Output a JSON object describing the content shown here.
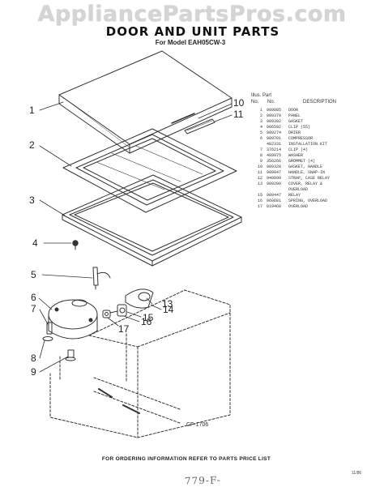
{
  "watermark": "AppliancePartsPros.com",
  "title": "DOOR AND UNIT PARTS",
  "subtitle": "For Model EAH05CW-3",
  "part_list": {
    "header_illus": "Illus. Part",
    "header_no1": "No.",
    "header_no2": "No.",
    "header_description": "DESCRIPTION",
    "rows": [
      {
        "illus": "1",
        "part": "989085",
        "description": "DOOR"
      },
      {
        "illus": "2",
        "part": "989379",
        "description": "PANEL"
      },
      {
        "illus": "3",
        "part": "989392",
        "description": "GASKET"
      },
      {
        "illus": "4",
        "part": "986592",
        "description": "CLIP (55)"
      },
      {
        "illus": "5",
        "part": "989274",
        "description": "DRIER"
      },
      {
        "illus": "6",
        "part": "989701",
        "description": "COMPRESSOR"
      },
      {
        "illus": "",
        "part": "482331",
        "description": "INSTALLATION KIT"
      },
      {
        "illus": "7",
        "part": "376214",
        "description": "CLIP (4)"
      },
      {
        "illus": "8",
        "part": "489975",
        "description": "WASHER"
      },
      {
        "illus": "9",
        "part": "356266",
        "description": "GROMMET (4)"
      },
      {
        "illus": "10",
        "part": "989328",
        "description": "GASKET, HANDLE"
      },
      {
        "illus": "11",
        "part": "989047",
        "description": "HANDLE, SNAP-IN"
      },
      {
        "illus": "12",
        "part": "940890",
        "description": "STRAP, CASE RELAY"
      },
      {
        "illus": "13",
        "part": "989200",
        "description": "COVER, RELAY &"
      },
      {
        "illus": "",
        "part": "",
        "description": "OVERLOAD"
      },
      {
        "illus": "15",
        "part": "989447",
        "description": "RELAY"
      },
      {
        "illus": "16",
        "part": "960681",
        "description": "SPRING, OVERLOAD"
      },
      {
        "illus": "17",
        "part": "819468",
        "description": "OVERLOAD"
      }
    ]
  },
  "callouts": [
    "1",
    "2",
    "3",
    "4",
    "5",
    "6",
    "7",
    "8",
    "9",
    "10",
    "11",
    "13",
    "14",
    "15",
    "16",
    "17"
  ],
  "diagram_code": "CF-1706",
  "footer": "FOR ORDERING INFORMATION REFER TO PARTS PRICE LIST",
  "page_number": "11/86",
  "handwritten_note": "779-F-"
}
